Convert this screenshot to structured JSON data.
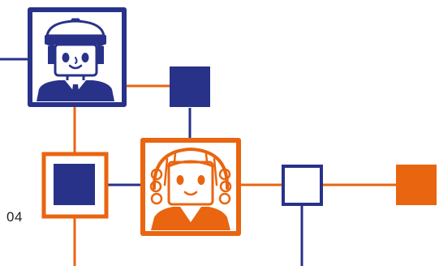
{
  "page_number": "04",
  "colors": {
    "navy": "#283289",
    "orange": "#e9650f",
    "background": "#ffffff"
  },
  "figures": [
    {
      "name": "officer-character-icon",
      "color": "navy"
    },
    {
      "name": "girl-character-icon",
      "color": "orange"
    }
  ]
}
